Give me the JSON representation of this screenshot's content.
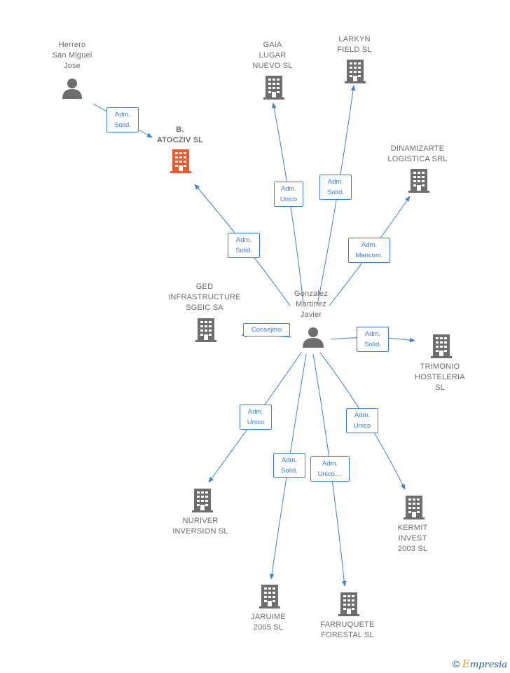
{
  "nodes": {
    "herrero": {
      "label": "Herrero\nSan Miguel\nJose",
      "type": "person"
    },
    "gonzalez": {
      "label": "Gonzalez\nMartinez\nJavier",
      "type": "person"
    },
    "atocziv": {
      "label": "B.\nATOCZIV  SL",
      "type": "company",
      "highlight": true
    },
    "gaia": {
      "label": "GAIA\nLUGAR\nNUEVO SL",
      "type": "company"
    },
    "larkyn": {
      "label": "LARKYN\nFIELD SL",
      "type": "company"
    },
    "dinamizarte": {
      "label": "DINAMIZARTE\nLOGISTICA SRL",
      "type": "company"
    },
    "ged": {
      "label": "GED\nINFRASTRUCTURE\nSGEIC SA",
      "type": "company"
    },
    "trimonio": {
      "label": "TRIMONIO\nHOSTELERIA\nSL",
      "type": "company"
    },
    "nuriver": {
      "label": "NURIVER\nINVERSION  SL",
      "type": "company"
    },
    "kermit": {
      "label": "KERMIT\nINVEST\n2003  SL",
      "type": "company"
    },
    "jaruime": {
      "label": "JARUIME\n2005 SL",
      "type": "company"
    },
    "farruquete": {
      "label": "FARRUQUETE\nFORESTAL  SL",
      "type": "company"
    }
  },
  "relations": {
    "r_herrero_atocziv": "Adm.\nSolid.",
    "r_gon_atocziv": "Adm.\nSolid.",
    "r_gon_gaia": "Adm.\nUnico",
    "r_gon_larkyn": "Adm.\nSolid.",
    "r_gon_dinamizarte": "Adm.\nMancom.",
    "r_gon_ged": "Consejero",
    "r_gon_trimonio": "Adm.\nSolid.",
    "r_gon_nuriver": "Adm.\nUnico",
    "r_gon_kermit": "Adm.\nUnico",
    "r_gon_jaruime": "Adm.\nSolid.",
    "r_gon_farruquete": "Adm.\nUnico,..."
  },
  "colors": {
    "edge": "#3a80d5",
    "company": "#6e6e6e",
    "company_highlight": "#f0592a",
    "person": "#6e6e6e"
  },
  "footer": {
    "copyright": "©",
    "brand_e": "E",
    "brand_rest": "mpresia"
  }
}
